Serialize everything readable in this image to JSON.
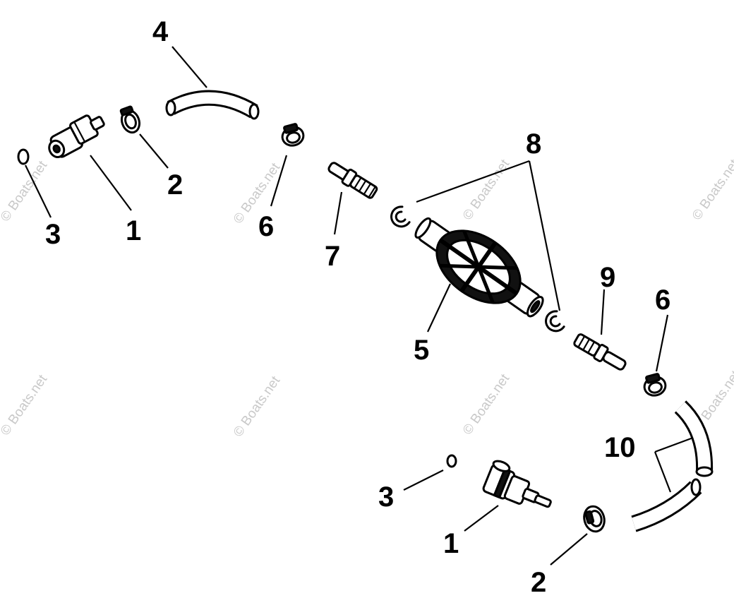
{
  "watermark": "© Boats.net",
  "callouts": {
    "c1a": "1",
    "c1b": "1",
    "c2a": "2",
    "c2b": "2",
    "c3a": "3",
    "c3b": "3",
    "c4": "4",
    "c5": "5",
    "c6a": "6",
    "c6b": "6",
    "c7": "7",
    "c8": "8",
    "c9": "9",
    "c10": "10"
  },
  "icons": {
    "connector": "fuel-connector-icon",
    "clamp": "hose-clamp-icon",
    "o_ring": "o-ring-icon",
    "hose": "fuel-hose-icon",
    "primer_bulb": "primer-bulb-icon",
    "fitting": "hose-fitting-icon",
    "clip": "retaining-clip-icon"
  }
}
